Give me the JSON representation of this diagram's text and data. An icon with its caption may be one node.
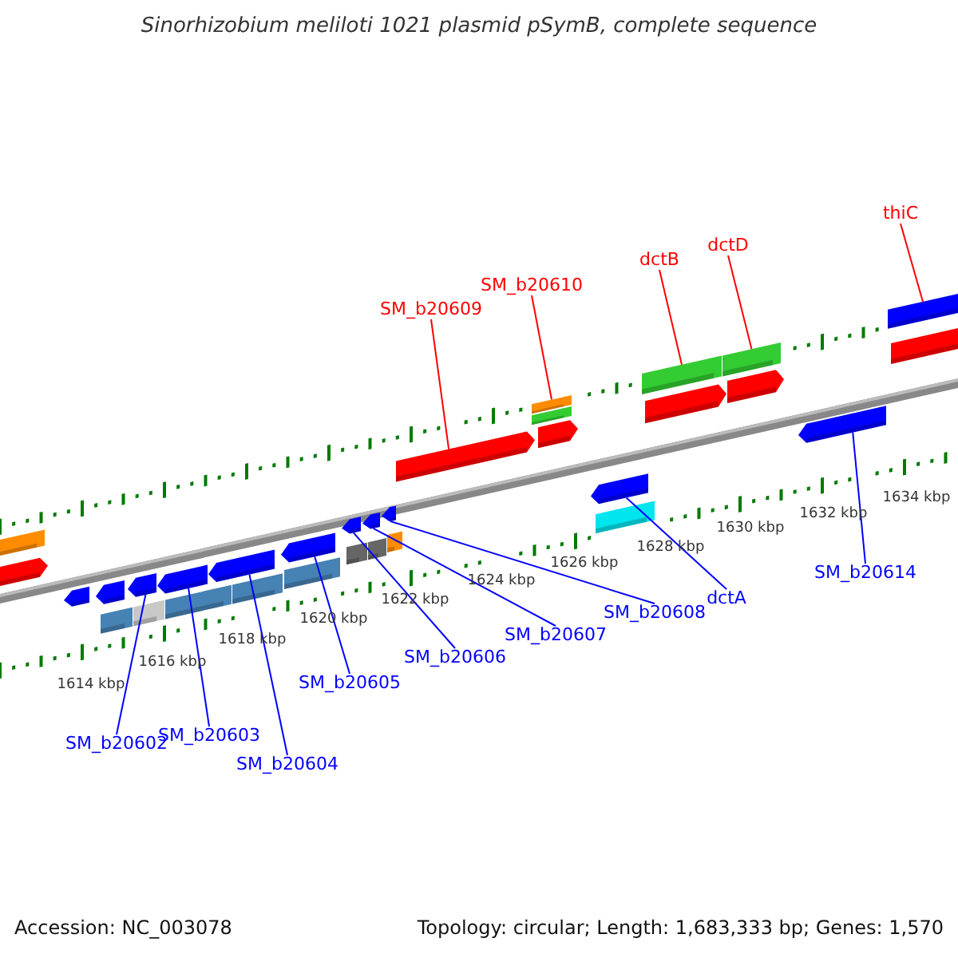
{
  "diagram": {
    "title": "Sinorhizobium meliloti 1021 plasmid pSymB, complete sequence",
    "nodes": [
      {
        "text": [
          "SM_b20609"
        ]
      },
      {
        "text": [
          "SM_b20610"
        ]
      },
      {
        "text": [
          "dctB"
        ]
      },
      {
        "text": [
          "dctD"
        ]
      },
      {
        "text": [
          "thiC"
        ]
      },
      {
        "text": [
          "SM_b20602"
        ]
      },
      {
        "text": [
          "SM_b20603"
        ]
      },
      {
        "text": [
          "SM_b20604"
        ]
      },
      {
        "text": [
          "SM_b20605"
        ]
      },
      {
        "text": [
          "SM_b20606"
        ]
      },
      {
        "text": [
          "SM_b20607"
        ]
      },
      {
        "text": [
          "SM_b20608"
        ]
      },
      {
        "text": [
          "dctA"
        ]
      },
      {
        "text": [
          "SM_b20614"
        ]
      },
      {
        "text": [],
        "shape": "bar"
      },
      {
        "text": [],
        "shape": "bar"
      },
      {
        "text": [],
        "shape": "bar"
      },
      {
        "text": [],
        "shape": "bar"
      },
      {
        "text": [],
        "shape": "bar"
      },
      {
        "text": [],
        "shape": "bar"
      },
      {
        "text": [],
        "shape": "bar"
      },
      {
        "text": [],
        "shape": "bar"
      },
      {
        "text": [],
        "shape": "bar"
      },
      {
        "text": [],
        "shape": "bar"
      },
      {
        "text": [],
        "shape": "bar"
      },
      {
        "text": [],
        "shape": "bar"
      },
      {
        "text": [],
        "shape": "bar"
      },
      {
        "text": [],
        "shape": "bar"
      },
      {
        "text": [],
        "shape": "bar"
      },
      {
        "text": [],
        "shape": "bar"
      },
      {
        "text": [],
        "shape": "bar"
      },
      {
        "text": [],
        "shape": "bar"
      },
      {
        "text": [],
        "shape": "bar"
      },
      {
        "text": [],
        "shape": "bar"
      },
      {
        "text": [],
        "shape": "bar"
      },
      {
        "text": [],
        "shape": "bar"
      },
      {
        "text": [],
        "shape": "bar"
      },
      {
        "text": [],
        "shape": "bar"
      },
      {
        "text": [],
        "shape": "bar"
      },
      {
        "text": [],
        "shape": "bar"
      },
      {
        "text": [],
        "shape": "bar"
      },
      {
        "text": [],
        "shape": "bar"
      },
      {
        "text": [],
        "shape": "bar"
      },
      {
        "text": [],
        "shape": "bar"
      },
      {
        "text": [],
        "shape": "bar"
      },
      {
        "text": [],
        "shape": "bar"
      }
    ],
    "edges": [
      {
        "from": 0,
        "to": 33,
        "arrow": "none",
        "color": "#ff0000"
      },
      {
        "from": 1,
        "to": 34,
        "arrow": "none",
        "color": "#ff0000"
      },
      {
        "from": 2,
        "to": 39,
        "arrow": "none",
        "color": "#ff0000"
      },
      {
        "from": 3,
        "to": 41,
        "arrow": "none",
        "color": "#ff0000"
      },
      {
        "from": 4,
        "to": 44,
        "arrow": "none",
        "color": "#ff0000"
      },
      {
        "from": 5,
        "to": 19,
        "arrow": "none"
      },
      {
        "from": 6,
        "to": 21,
        "arrow": "none"
      },
      {
        "from": 7,
        "to": 23,
        "arrow": "none"
      },
      {
        "from": 8,
        "to": 25,
        "arrow": "none"
      },
      {
        "from": 9,
        "to": 27,
        "arrow": "none"
      },
      {
        "from": 10,
        "to": 29,
        "arrow": "none"
      },
      {
        "from": 11,
        "to": 31,
        "arrow": "none"
      },
      {
        "from": 12,
        "to": 37,
        "arrow": "none"
      },
      {
        "from": 13,
        "to": 43,
        "arrow": "none"
      }
    ],
    "labels": [
      "1614 kbp",
      "1616 kbp",
      "1618 kbp",
      "1620 kbp",
      "1622 kbp",
      "1624 kbp",
      "1626 kbp",
      "1628 kbp",
      "1630 kbp",
      "1632 kbp",
      "1634 kbp",
      "Accession: NC_003078",
      "Topology: circular; Length: 1,683,333 bp; Genes: 1,570"
    ]
  }
}
